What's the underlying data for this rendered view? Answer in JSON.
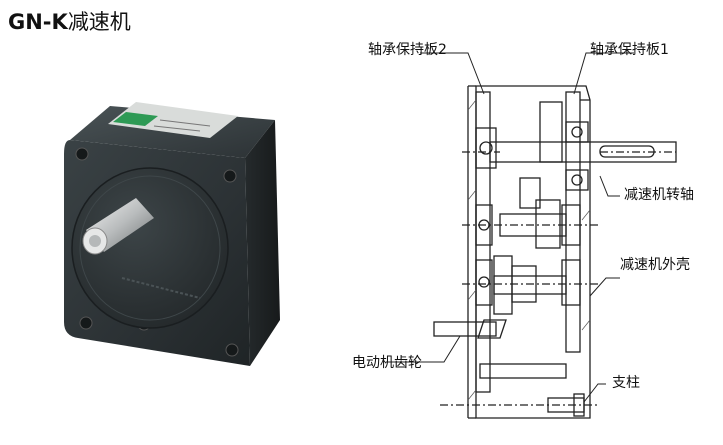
{
  "title": {
    "bold": "GN-K",
    "rest": "减速机"
  },
  "labels": {
    "bearing_plate_2": "轴承保持板2",
    "bearing_plate_1": "轴承保持板1",
    "output_shaft": "减速机转轴",
    "housing": "减速机外壳",
    "motor_gear": "电动机齿轮",
    "support_column": "支柱"
  },
  "colors": {
    "housing_dark": "#2f3639",
    "line": "#222222",
    "label_green": "#2e9a55"
  }
}
